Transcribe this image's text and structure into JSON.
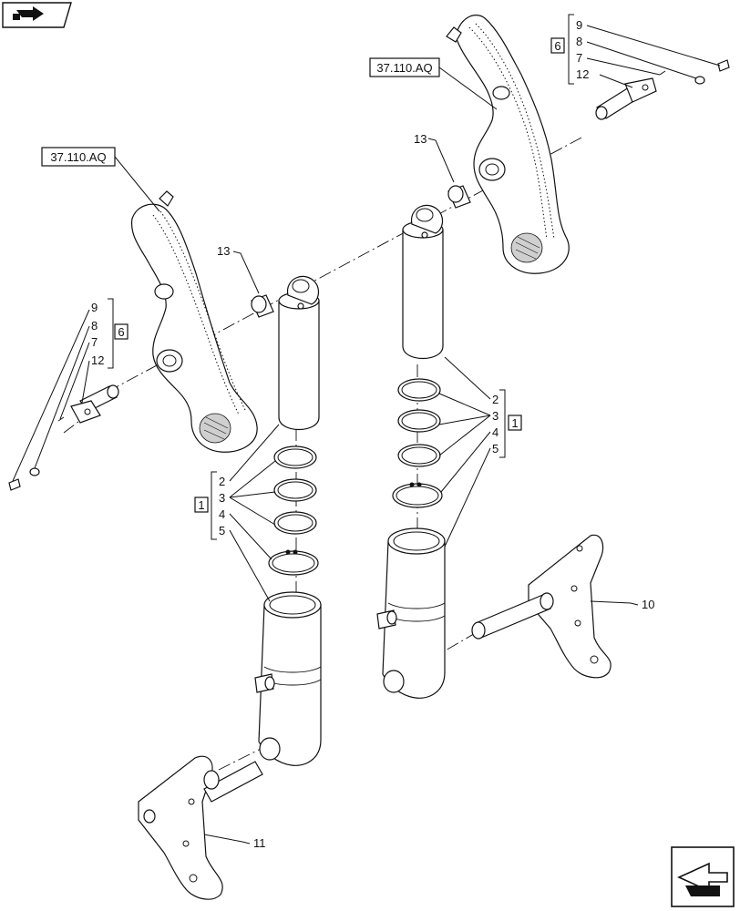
{
  "references": {
    "top_right": "37.110.AQ",
    "top_left": "37.110.AQ"
  },
  "group_right": {
    "kit": "6",
    "items": [
      "9",
      "8",
      "7",
      "12"
    ]
  },
  "group_left": {
    "kit": "6",
    "items": [
      "9",
      "8",
      "7",
      "12"
    ]
  },
  "seal_kit_right": {
    "kit": "1",
    "items": [
      "2",
      "3",
      "4",
      "5"
    ]
  },
  "seal_kit_left": {
    "kit": "1",
    "items": [
      "2",
      "3",
      "4",
      "5"
    ]
  },
  "callouts": {
    "bushing_right": "13",
    "bushing_left": "13",
    "bracket_right": "10",
    "bracket_left": "11"
  },
  "icons": {
    "top_nav": "previous-page-arrow-icon",
    "bottom_nav": "next-page-arrow-icon"
  }
}
